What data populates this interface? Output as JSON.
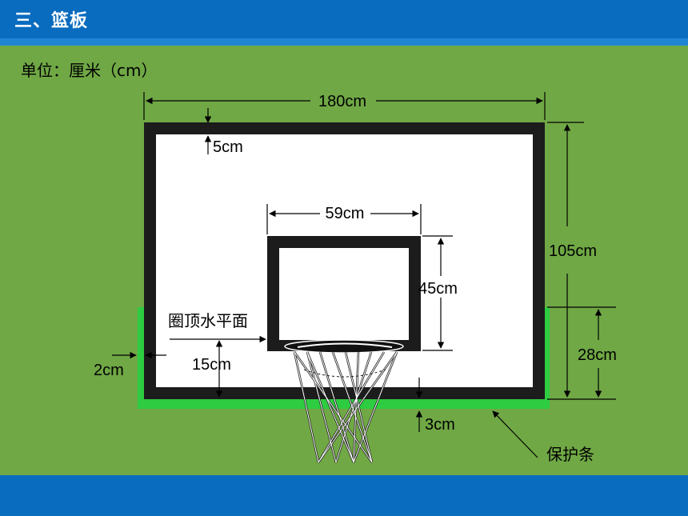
{
  "header": {
    "title": "三、篮板"
  },
  "unit_label": "单位：厘米（cm）",
  "labels": {
    "width": "180cm",
    "border": "5cm",
    "inner_width": "59cm",
    "height": "105cm",
    "inner_height": "45cm",
    "rim_plane": "圈顶水平面",
    "padding_height": "28cm",
    "side_padding": "2cm",
    "rim_offset": "15cm",
    "bottom_padding": "3cm",
    "protective_strip": "保护条"
  },
  "colors": {
    "background": "#70a845",
    "header": "#0a6cbf",
    "header_line": "#1f86d6",
    "board_border": "#1c1c1c",
    "board_fill": "#ffffff",
    "padding": "#2ecc40"
  }
}
